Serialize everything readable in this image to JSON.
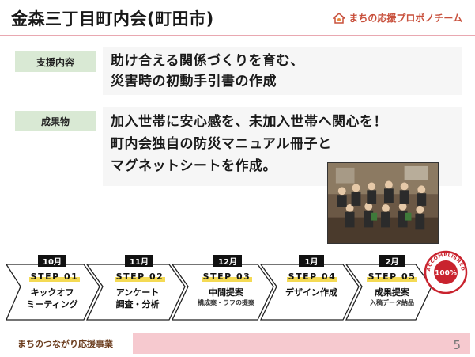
{
  "header": {
    "title": "金森三丁目町内会(町田市)",
    "brand": "まちの応援プロボノチーム"
  },
  "support": {
    "label": "支援内容",
    "lines": [
      "助け合える関係づくりを育む、",
      "災害時の初動手引書の作成"
    ]
  },
  "deliverable": {
    "label": "成果物",
    "lines": [
      "加入世帯に安心感を、未加入世帯へ関心を！",
      "町内会独自の防災マニュアル冊子と",
      "マグネットシートを作成。"
    ]
  },
  "steps": [
    {
      "month": "10月",
      "step": "STEP 01",
      "title_lines": [
        "キックオフ",
        "ミーティング"
      ],
      "sub": ""
    },
    {
      "month": "11月",
      "step": "STEP 02",
      "title_lines": [
        "アンケート",
        "調査・分析"
      ],
      "sub": ""
    },
    {
      "month": "12月",
      "step": "STEP 03",
      "title_lines": [
        "中間提案"
      ],
      "sub": "構成案・ラフの提案"
    },
    {
      "month": "1月",
      "step": "STEP 04",
      "title_lines": [
        "デザイン作成"
      ],
      "sub": ""
    },
    {
      "month": "2月",
      "step": "STEP 05",
      "title_lines": [
        "成果提案"
      ],
      "sub": "入稿データ納品"
    }
  ],
  "stamp": {
    "center": "100%",
    "ring": "ACCOMPLISHED"
  },
  "footer": {
    "text": "まちのつながり応援事業",
    "page": "5"
  },
  "colors": {
    "accent_pink": "#e9a8b1",
    "label_green": "#d9e9d4",
    "highlight_yellow": "#f4da54",
    "stamp_red": "#c9232e"
  }
}
